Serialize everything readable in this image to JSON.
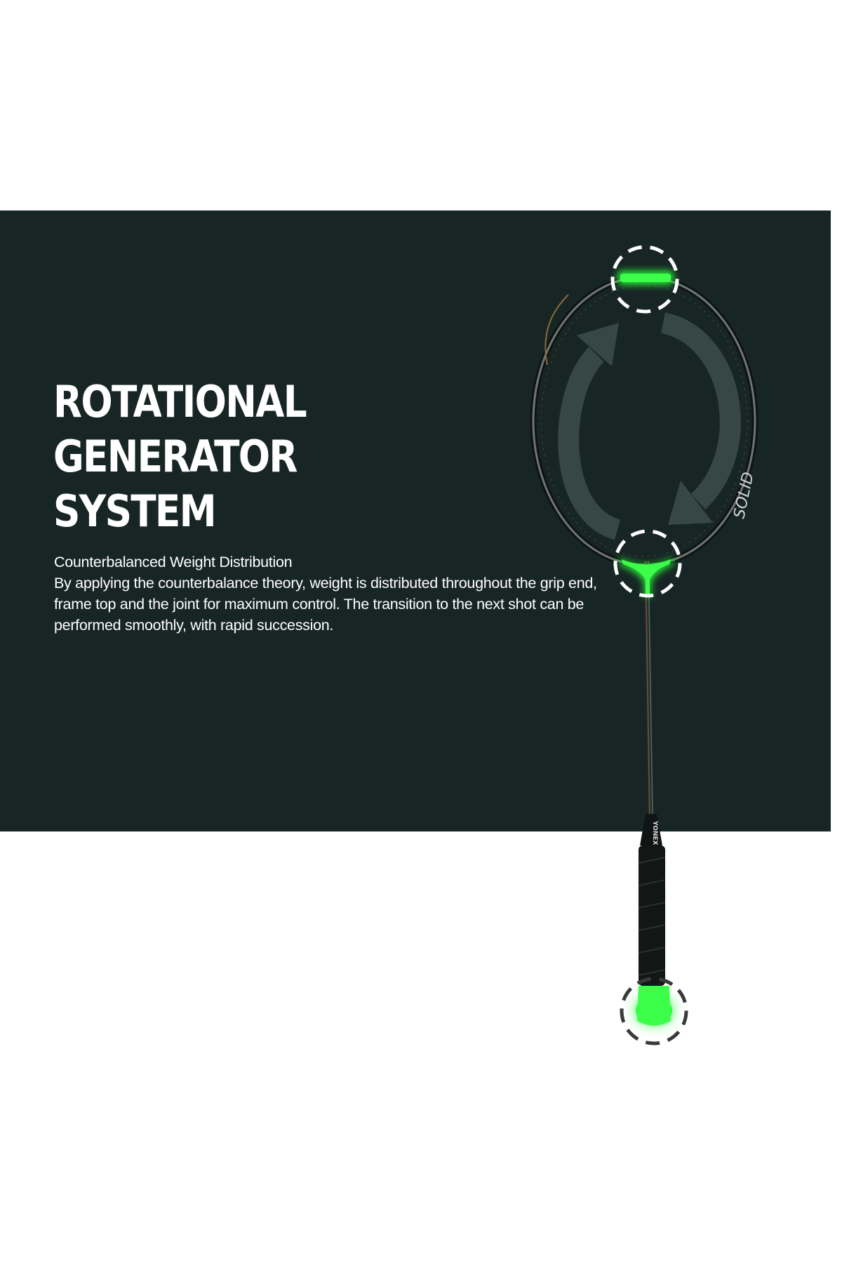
{
  "feature": {
    "title_lines": [
      "ROTATIONAL",
      "GENERATOR",
      "SYSTEM"
    ],
    "subtitle": "Counterbalanced Weight Distribution",
    "body": "By applying the counterbalance theory, weight is distributed throughout the grip end, frame top and the joint for maximum control. The transition to the next shot can be performed smoothly, with rapid succession."
  },
  "racket": {
    "frame_text": "SOLID",
    "handle_brand": "YONEX",
    "highlight_points": [
      "frame-top",
      "joint",
      "grip-end"
    ]
  },
  "colors": {
    "panel_background": "#172624",
    "highlight_green": "#2cff3c",
    "page_background": "#ffffff",
    "text": "#ffffff"
  }
}
